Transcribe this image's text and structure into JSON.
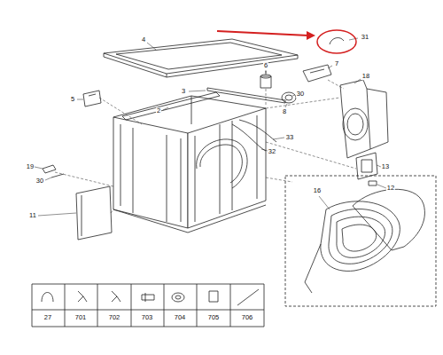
{
  "diagram": {
    "labels": [
      "4",
      "31",
      "6",
      "7",
      "5",
      "3",
      "30",
      "18",
      "8",
      "2",
      "33",
      "32",
      "19",
      "30",
      "13",
      "12",
      "11",
      "16",
      "27",
      "701",
      "702",
      "703",
      "704",
      "705",
      "706"
    ]
  }
}
